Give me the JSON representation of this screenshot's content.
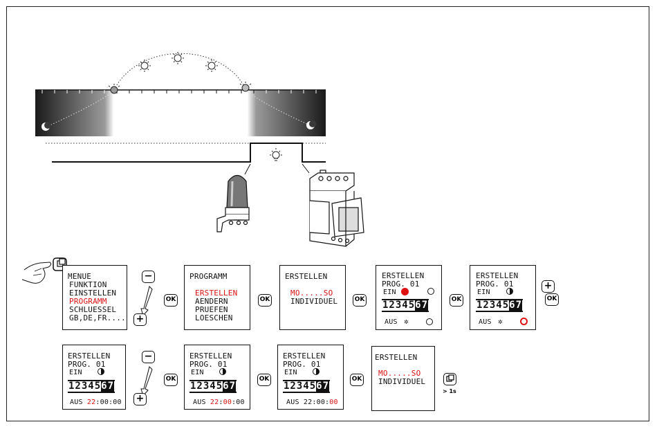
{
  "screens": {
    "s1": {
      "lines": [
        "MENUE",
        "FUNKTION",
        "EINSTELLEN",
        "PROGRAMM",
        "SCHLUESSEL",
        "GB,DE,FR...."
      ]
    },
    "s2": {
      "lines": [
        "PROGRAMM",
        "ERSTELLEN",
        "AENDERN",
        "PRUEFEN",
        "LOESCHEN"
      ]
    },
    "s3": {
      "lines": [
        "ERSTELLEN",
        "MO.....SO",
        "INDIVIDUEL"
      ]
    },
    "s4": {
      "title": "ERSTELLEN",
      "prog": "PROG. 01",
      "ein": "EIN",
      "digits": "12345",
      "digits_inv": "67",
      "aus": "AUS"
    },
    "s5": {
      "title": "ERSTELLEN",
      "prog": "PROG. 01",
      "ein": "EIN",
      "digits": "12345",
      "digits_inv": "67",
      "aus": "AUS"
    },
    "s6": {
      "title": "ERSTELLEN",
      "prog": "PROG. 01",
      "ein": "EIN",
      "digits": "12345",
      "digits_inv": "67",
      "aus": "AUS",
      "hh": "22",
      "mm": "00",
      "ss": "00"
    },
    "s7": {
      "title": "ERSTELLEN",
      "prog": "PROG. 01",
      "ein": "EIN",
      "digits": "12345",
      "digits_inv": "67",
      "aus": "AUS",
      "hh": "22",
      "mm": "00",
      "ss": "00"
    },
    "s8": {
      "title": "ERSTELLEN",
      "prog": "PROG. 01",
      "ein": "EIN",
      "digits": "12345",
      "digits_inv": "67",
      "aus": "AUS",
      "hh": "22",
      "mm": "00",
      "ss": "00"
    },
    "s9": {
      "lines": [
        "ERSTELLEN",
        "MO.....SO",
        "INDIVIDUEL"
      ]
    }
  },
  "buttons": {
    "ok": "OK",
    "plus": "+",
    "minus": "−"
  },
  "hold_caption": "> 1s",
  "colors": {
    "highlight": "#dd1111",
    "line": "#111111"
  }
}
